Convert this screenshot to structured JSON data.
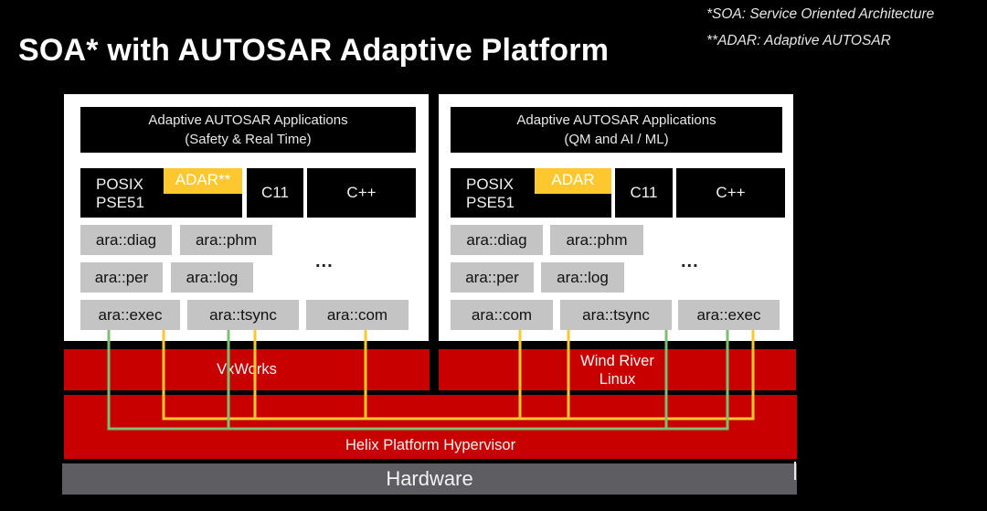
{
  "title": "SOA* with AUTOSAR Adaptive Platform",
  "footnotes": [
    "*SOA: Service Oriented Architecture",
    "**ADAR: Adaptive AUTOSAR"
  ],
  "left_partition": {
    "apps_line1": "Adaptive AUTOSAR Applications",
    "apps_line2": "(Safety & Real Time)",
    "posix_line1": "POSIX",
    "posix_line2": "PSE51",
    "adar": "ADAR**",
    "c11": "C11",
    "cpp": "C++",
    "row1": [
      "ara::diag",
      "ara::phm"
    ],
    "row2": [
      "ara::per",
      "ara::log"
    ],
    "row3": [
      "ara::exec",
      "ara::tsync",
      "ara::com"
    ],
    "ellipsis": "...",
    "os": "VxWorks"
  },
  "right_partition": {
    "apps_line1": "Adaptive AUTOSAR Applications",
    "apps_line2": "(QM and AI / ML)",
    "posix_line1": "POSIX",
    "posix_line2": "PSE51",
    "adar": "ADAR",
    "c11": "C11",
    "cpp": "C++",
    "row1": [
      "ara::diag",
      "ara::phm"
    ],
    "row2": [
      "ara::per",
      "ara::log"
    ],
    "row3": [
      "ara::com",
      "ara::tsync",
      "ara::exec"
    ],
    "ellipsis": "...",
    "os_line1": "Wind River",
    "os_line2": "Linux"
  },
  "hypervisor": "Helix Platform Hypervisor",
  "hardware": "Hardware",
  "colors": {
    "background": "#000000",
    "os_red": "#c80000",
    "adar_yellow": "#fdc82f",
    "ara_gray": "#c4c4c4",
    "hardware_gray": "#5e5d62",
    "link_green": "#7cbf72",
    "link_yellow": "#fdc82f"
  },
  "connections": {
    "yellow_bus": [
      "left.ara::exec",
      "left.ara::tsync",
      "left.ara::com",
      "right.ara::com",
      "right.ara::tsync",
      "right.ara::exec"
    ],
    "green_bus": [
      "left.ara::exec",
      "left.ara::tsync",
      "right.ara::tsync",
      "right.ara::exec"
    ]
  }
}
